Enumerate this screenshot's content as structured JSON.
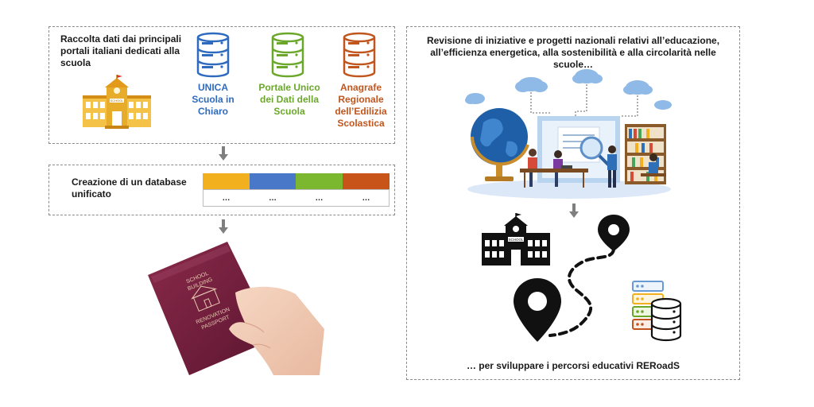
{
  "left": {
    "top_box": {
      "title": "Raccolta dati dai principali portali italiani dedicati alla scuola",
      "sources": [
        {
          "name": "UNICA Scuola in Chiaro",
          "line1": "UNICA",
          "line2": "Scuola in",
          "line3": "Chiaro",
          "line4": "",
          "color": "#2e6bbf"
        },
        {
          "name": "Portale Unico dei Dati della Scuola",
          "line1": "Portale Unico",
          "line2": "dei Dati della",
          "line3": "Scuola",
          "line4": "",
          "color": "#6aa72a"
        },
        {
          "name": "Anagrafe Regionale dell'Edilizia Scolastica",
          "line1": "Anagrafe",
          "line2": "Regionale",
          "line3": "dell’Edilizia",
          "line4": "Scolastica",
          "color": "#c0561e"
        }
      ],
      "school_sign": "SCHOOL"
    },
    "db_box": {
      "title_line1": "Creazione di un database",
      "title_line2": "unificato",
      "bar_colors": [
        "#f2b01e",
        "#4a78c8",
        "#7cb82f",
        "#c9541a"
      ],
      "cells": [
        "…",
        "…",
        "…",
        "…"
      ]
    },
    "passport": {
      "line1": "SCHOOL",
      "line2": "BUILDING",
      "line3": "RENOVATION",
      "line4": "PASSPORT"
    }
  },
  "right": {
    "title_line1": "Revisione di iniziative e progetti nazionali relativi all’educazione,",
    "title_line2": "all’efficienza energetica, alla sostenibilità e alla circolarità nelle scuole…",
    "school_sign": "SCHOOL",
    "footer": "… per sviluppare i percorsi educativi RERoadS"
  }
}
